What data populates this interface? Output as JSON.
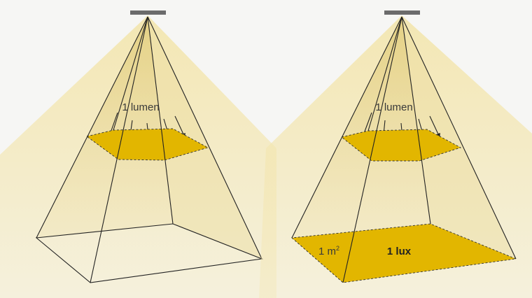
{
  "diagrams": [
    {
      "label_flux": "1 lumen",
      "label_area": "",
      "label_area_sup": "",
      "label_illuminance": "",
      "floor_lit": false
    },
    {
      "label_flux": "1 lumen",
      "label_area": "1 m",
      "label_area_sup": "2",
      "label_illuminance": "1 lux",
      "floor_lit": true
    }
  ],
  "colors": {
    "background": "#f6f6f4",
    "beam": "#f3e6b0",
    "slab": "#e2b600",
    "lamp": "#6b6b6b",
    "outline": "#222222"
  }
}
